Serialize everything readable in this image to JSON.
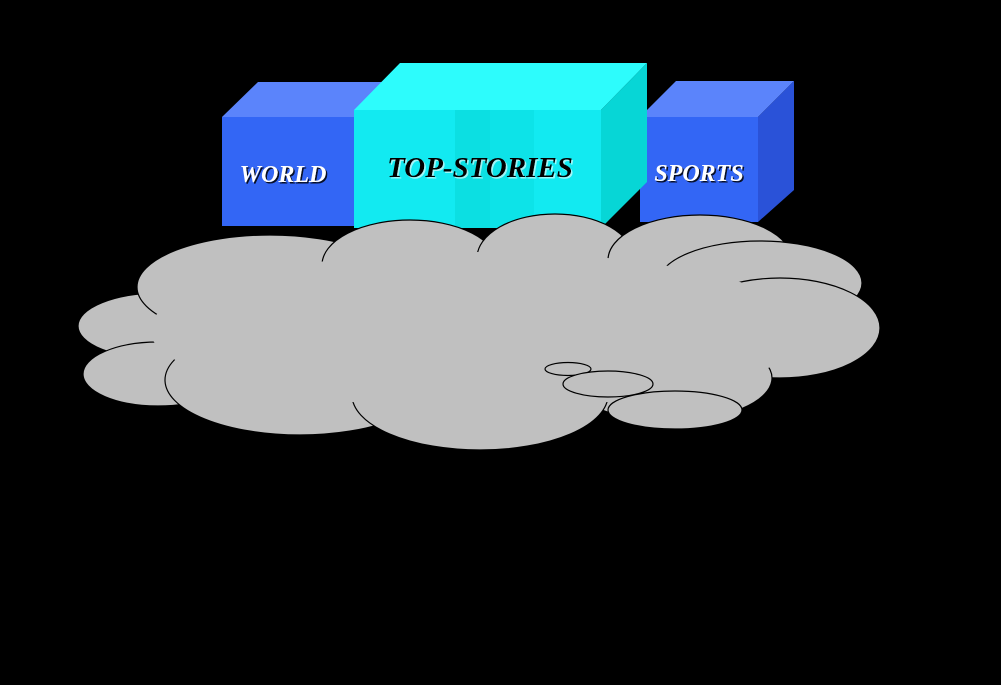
{
  "colors": {
    "background": "#000000",
    "cloud_fill": "#c0c0c0",
    "cloud_stroke": "#000000",
    "blue_front": "#3366f5",
    "blue_top": "#5b84fb",
    "blue_side": "#2a52d8",
    "cyan_front": "#12eaf1",
    "cyan_top": "#2dfcfc",
    "cyan_side": "#07d6d6",
    "label_light": "#ffffff",
    "label_dark": "#000000"
  },
  "boxes": [
    {
      "id": "world",
      "label": "WORLD",
      "icon": "world-box"
    },
    {
      "id": "top-stories",
      "label": "TOP-STORIES",
      "icon": "top-stories-box"
    },
    {
      "id": "sports",
      "label": "SPORTS",
      "icon": "sports-box"
    }
  ],
  "cloud": {
    "icon": "cloud-icon"
  }
}
